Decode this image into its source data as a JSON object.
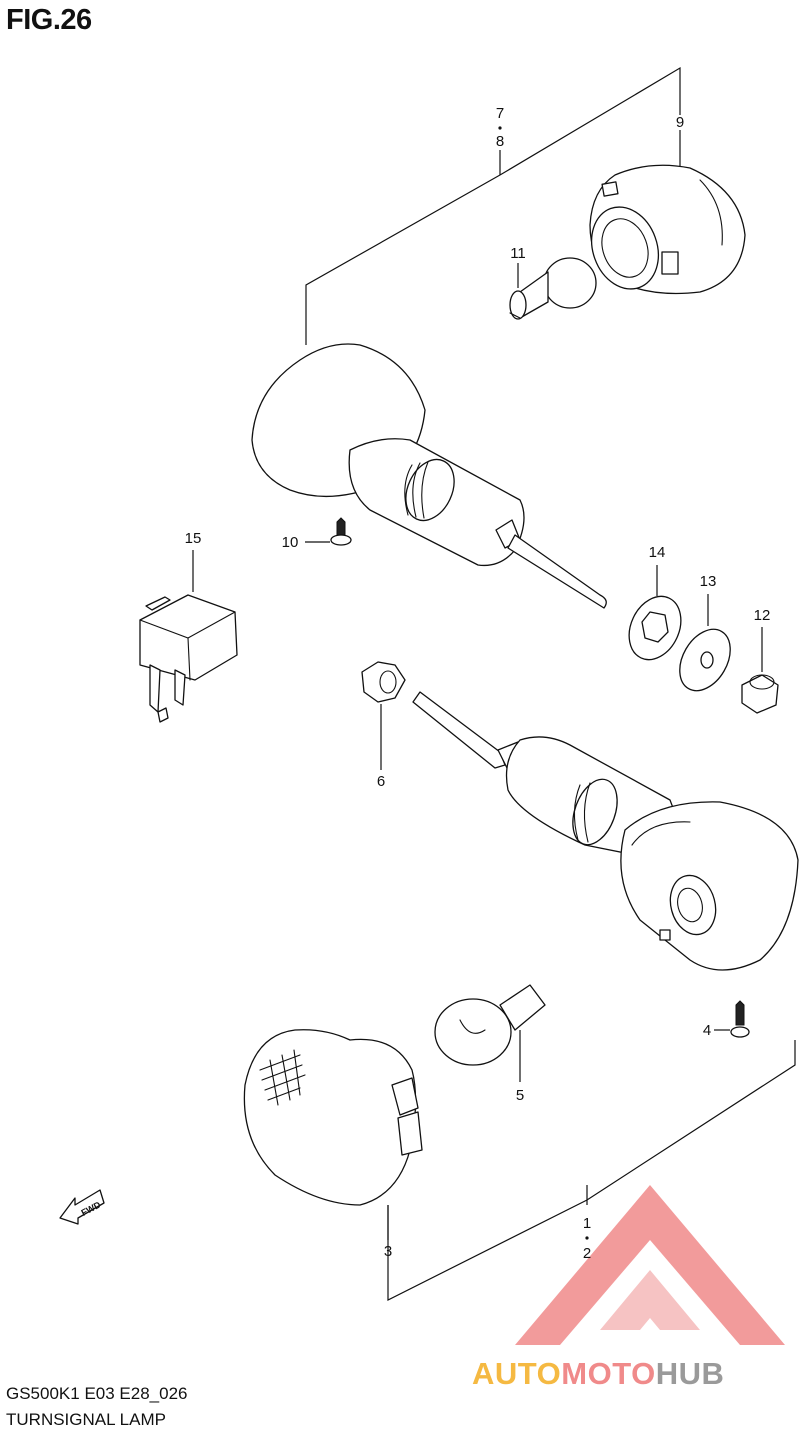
{
  "figure": {
    "title": "FIG.26",
    "model_code": "GS500K1 E03 E28_026",
    "name": "TURNSIGNAL LAMP"
  },
  "callouts": [
    {
      "id": "p1",
      "label": "1"
    },
    {
      "id": "p2",
      "label": "2"
    },
    {
      "id": "p3",
      "label": "3"
    },
    {
      "id": "p4",
      "label": "4"
    },
    {
      "id": "p5",
      "label": "5"
    },
    {
      "id": "p6",
      "label": "6"
    },
    {
      "id": "p7",
      "label": "7"
    },
    {
      "id": "p8",
      "label": "8"
    },
    {
      "id": "p9",
      "label": "9"
    },
    {
      "id": "p10",
      "label": "10"
    },
    {
      "id": "p11",
      "label": "11"
    },
    {
      "id": "p12",
      "label": "12"
    },
    {
      "id": "p13",
      "label": "13"
    },
    {
      "id": "p14",
      "label": "14"
    },
    {
      "id": "p15",
      "label": "15"
    }
  ],
  "direction_marker": {
    "label": "FWD"
  },
  "watermark": {
    "brand_part_1": "AUTO",
    "brand_part_2": "MOTO",
    "brand_part_3": "HUB",
    "color_1": "#f5b942",
    "color_2": "#f08a8a",
    "color_3": "#9a9a9a"
  }
}
